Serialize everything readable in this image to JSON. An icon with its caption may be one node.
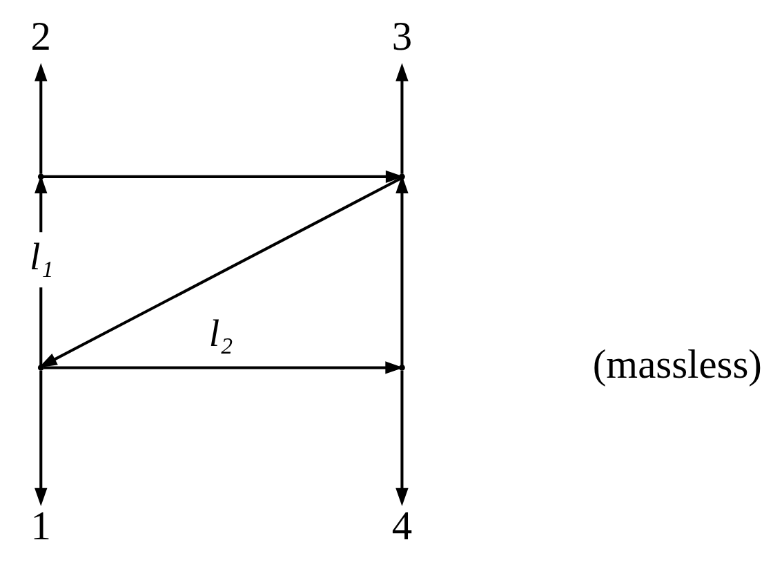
{
  "diagram": {
    "nodes": [
      {
        "text": [
          "2"
        ]
      },
      {
        "text": [
          "3"
        ]
      },
      {
        "text": [],
        "shape": "point"
      },
      {
        "text": [],
        "shape": "point"
      },
      {
        "text": [],
        "shape": "point"
      },
      {
        "text": [],
        "shape": "point"
      },
      {
        "text": [
          "1"
        ]
      },
      {
        "text": [
          "4"
        ]
      }
    ],
    "edges": [
      {
        "from": 2,
        "to": 0,
        "arrow": "to"
      },
      {
        "from": 3,
        "to": 1,
        "arrow": "to"
      },
      {
        "from": 2,
        "to": 3,
        "arrow": "to"
      },
      {
        "from": 4,
        "to": 2,
        "arrow": "to",
        "label": "l₁"
      },
      {
        "from": 3,
        "to": 4,
        "arrow": "to"
      },
      {
        "from": 5,
        "to": 3,
        "arrow": "to"
      },
      {
        "from": 4,
        "to": 5,
        "arrow": "to",
        "label": "l₂"
      },
      {
        "from": 4,
        "to": 6,
        "arrow": "to"
      },
      {
        "from": 5,
        "to": 7,
        "arrow": "to"
      }
    ],
    "labels": [
      "(massless)"
    ]
  }
}
